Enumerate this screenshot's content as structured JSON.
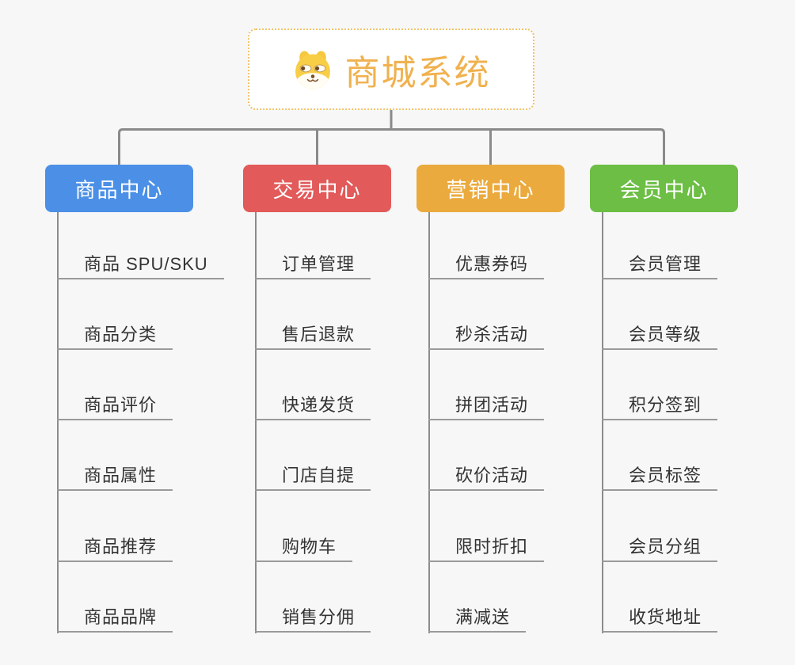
{
  "background": "#F7F7F7",
  "connector_color": "#8A8A8A",
  "root": {
    "title": "商城系统",
    "accent_color": "#F0B14E",
    "border_color": "#F2C267",
    "icon": "doge-dog-icon"
  },
  "branches": [
    {
      "label": "商品中心",
      "color": "#4B90E6",
      "children": [
        "商品 SPU/SKU",
        "商品分类",
        "商品评价",
        "商品属性",
        "商品推荐",
        "商品品牌"
      ]
    },
    {
      "label": "交易中心",
      "color": "#E25A5A",
      "children": [
        "订单管理",
        "售后退款",
        "快递发货",
        "门店自提",
        "购物车",
        "销售分佣"
      ]
    },
    {
      "label": "营销中心",
      "color": "#EBAA3E",
      "children": [
        "优惠券码",
        "秒杀活动",
        "拼团活动",
        "砍价活动",
        "限时折扣",
        "满减送"
      ]
    },
    {
      "label": "会员中心",
      "color": "#6CBE44",
      "children": [
        "会员管理",
        "会员等级",
        "积分签到",
        "会员标签",
        "会员分组",
        "收货地址"
      ]
    }
  ]
}
